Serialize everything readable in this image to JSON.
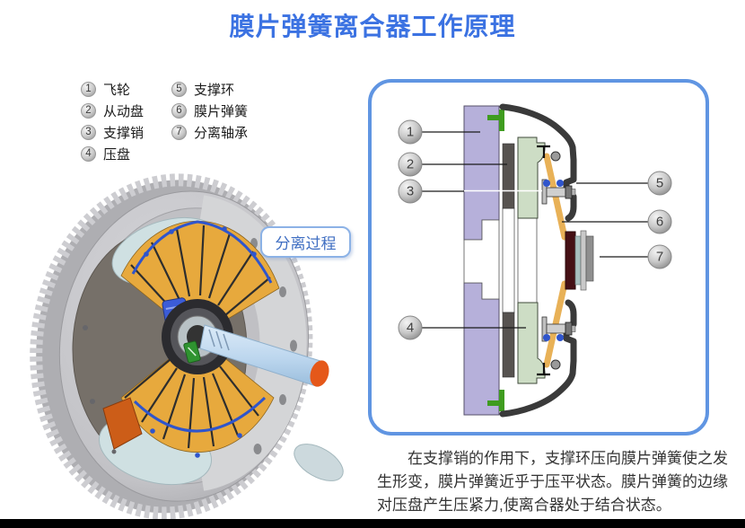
{
  "title": "膜片弹簧离合器工作原理",
  "legend": {
    "items": [
      {
        "num": "1",
        "label": "飞轮"
      },
      {
        "num": "2",
        "label": "从动盘"
      },
      {
        "num": "3",
        "label": "支撑销"
      },
      {
        "num": "4",
        "label": "压盘"
      },
      {
        "num": "5",
        "label": "支撑环"
      },
      {
        "num": "6",
        "label": "膜片弹簧"
      },
      {
        "num": "7",
        "label": "分离轴承"
      }
    ]
  },
  "stage_button": {
    "label": "分离过程"
  },
  "diagram": {
    "callouts": [
      "1",
      "2",
      "3",
      "4",
      "5",
      "6",
      "7"
    ]
  },
  "caption": {
    "text": "在支撑销的作用下，支撑环压向膜片弹簧使之发生形变，膜片弹簧近乎于压平状态。膜片弹簧的边缘对压盘产生压紧力,使离合器处于结合状态。"
  },
  "colors": {
    "title_blue": "#3b72e2",
    "panel_border_blue": "#6095e2",
    "flywheel_purple": "#b6b0da",
    "driven_plate_gray": "#575350",
    "pressure_plate_green": "#cdddc5",
    "clutch_cover_dark": "#3a3a3a",
    "diaphragm_spring_orange": "#e8b157",
    "support_ring_blue": "#2f55cc",
    "clip_green": "#3f9c1f",
    "release_bearing_maroon": "#451015",
    "shaft_blue": "#bcd6ee",
    "shaft_tip_orange": "#e5581a"
  }
}
